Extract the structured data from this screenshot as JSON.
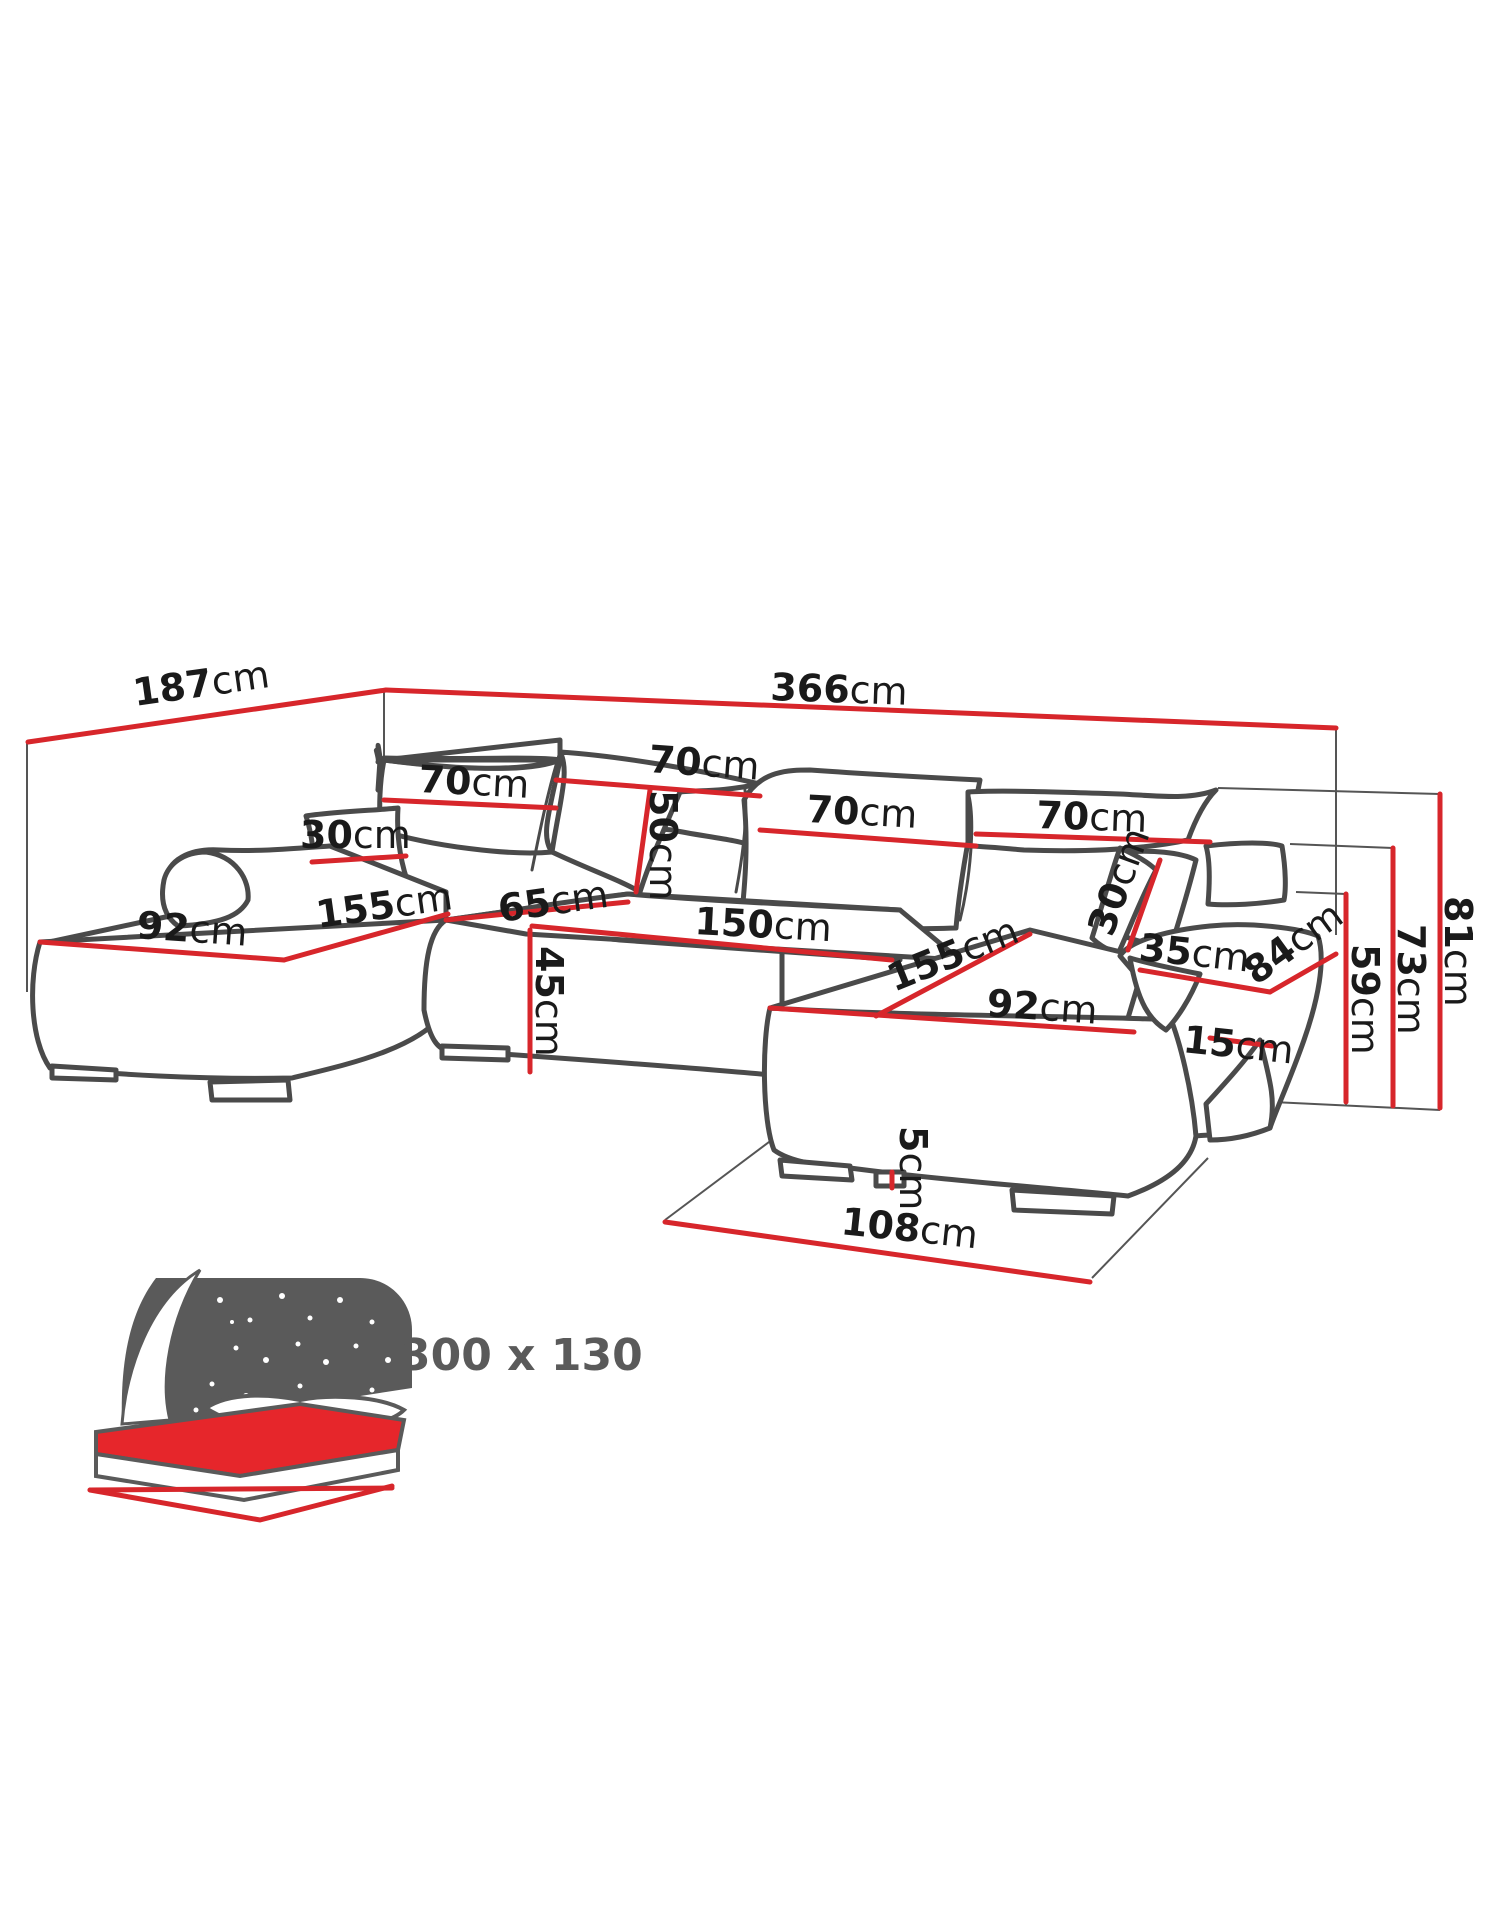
{
  "unit": "cm",
  "measurements": {
    "depth_left": "187",
    "width_total": "366",
    "cushion_1": "70",
    "cushion_2": "70",
    "cushion_3": "70",
    "cushion_4": "70",
    "cushion_height": "50",
    "pillow_left": "30",
    "pillow_right": "30",
    "seat_left_depth": "92",
    "seat_left_length": "155",
    "seat_depth": "65",
    "seat_mid_width": "150",
    "seat_height": "45",
    "chaise_length": "155",
    "chaise_depth": "92",
    "armrest": "35",
    "side_depth": "84",
    "arm_height": "59",
    "back_height": "73",
    "total_height": "81",
    "cushion_thickness": "15",
    "leg_height": "5",
    "chaise_width": "108"
  },
  "bed": {
    "size": "300 x 130"
  }
}
